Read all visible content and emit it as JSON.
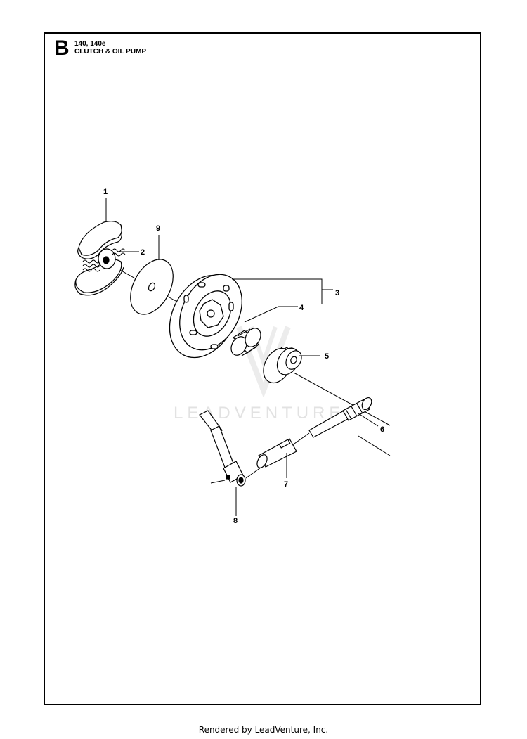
{
  "header": {
    "section_letter": "B",
    "models": "140, 140e",
    "title": "CLUTCH & OIL PUMP"
  },
  "watermark": {
    "text": "LEADVENTURE"
  },
  "callouts": {
    "c1": "1",
    "c2": "2",
    "c3": "3",
    "c4": "4",
    "c5": "5",
    "c6": "6",
    "c7": "7",
    "c8": "8",
    "c9": "9"
  },
  "parts": [
    {
      "number": "1",
      "icon": "clutch-shoe-icon"
    },
    {
      "number": "2",
      "icon": "spring-icon"
    },
    {
      "number": "3",
      "icon": "clutch-drum-icon"
    },
    {
      "number": "4",
      "icon": "needle-bearing-icon"
    },
    {
      "number": "5",
      "icon": "oil-pump-drive-icon"
    },
    {
      "number": "6",
      "icon": "pump-shaft-icon"
    },
    {
      "number": "7",
      "icon": "plunger-icon"
    },
    {
      "number": "8",
      "icon": "adjuster-lever-icon"
    },
    {
      "number": "9",
      "icon": "washer-icon"
    }
  ],
  "footer": {
    "text": "Rendered by LeadVenture, Inc."
  }
}
